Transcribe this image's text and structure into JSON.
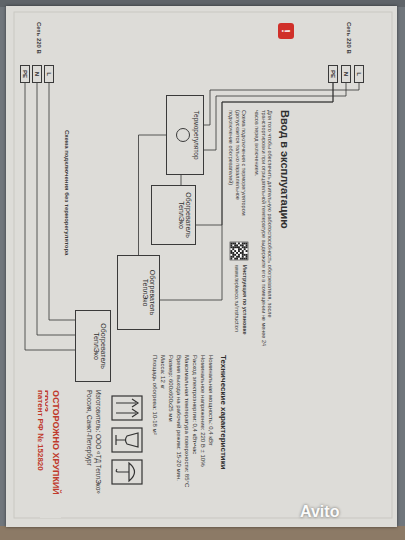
{
  "diagram": {
    "nodes": [
      {
        "text": [
          "L"
        ]
      },
      {
        "text": [
          "N"
        ]
      },
      {
        "text": [
          "PE"
        ]
      },
      {
        "text": [
          "Терморегулятор"
        ]
      },
      {
        "text": [
          "Обогреватель ТеплЭко"
        ]
      },
      {
        "text": [
          "Обогреватель ТеплЭко"
        ]
      },
      {
        "text": [
          "L"
        ]
      },
      {
        "text": [
          "N"
        ]
      },
      {
        "text": [
          "PE"
        ]
      },
      {
        "text": [
          "Обогреватель ТеплЭко"
        ]
      }
    ],
    "edges": [
      {
        "from": 0,
        "to": 3,
        "arrow": "none"
      },
      {
        "from": 1,
        "to": 3,
        "arrow": "none"
      },
      {
        "from": 2,
        "to": 4,
        "arrow": "none"
      },
      {
        "from": 2,
        "to": 5,
        "arrow": "none"
      },
      {
        "from": 3,
        "to": 4,
        "arrow": "none"
      },
      {
        "from": 3,
        "to": 5,
        "arrow": "none"
      },
      {
        "from": 6,
        "to": 9,
        "arrow": "none"
      },
      {
        "from": 7,
        "to": 9,
        "arrow": "none"
      },
      {
        "from": 8,
        "to": 9,
        "arrow": "none"
      }
    ],
    "labels": [
      "!",
      "Ввод в эксплуатацию",
      "Для того чтобы обеспечить длительную работоспособность обогревателя, после транспортировки при отрицательной температуре выдержите его в помещении не менее 24 часов перед включением.",
      "Сеть 220 В",
      "Схема подключения с терморегулятором (допускается только параллельное подключение обогревателей)",
      "Инструкция по установке",
      "www.teploeco.ru/instruction",
      "Технические характеристики",
      "Номинальная мощность: 0,4 кВт",
      "Номинальное напряжение: 220 В ± 10%",
      "Расход электроэнергии: 0,4 кВт•час",
      "Максимальная температура поверхности: 85°С",
      "Время выхода на рабочий режим: 15-20 мин.",
      "Размер: 600х600х25 мм",
      "Масса: 12 кг",
      "Площадь обогрева: 10-18 м²",
      "Схема подключения без терморегулятора",
      "Сеть 220 В",
      "Изготовитель: ООО «ТД ТеплЭко»",
      "Россия, Санкт-Петербург",
      "ОСТОРОЖНО ХРУПКИЙ ГРУЗ",
      "патент РФ № 152820",
      "Avito"
    ]
  }
}
